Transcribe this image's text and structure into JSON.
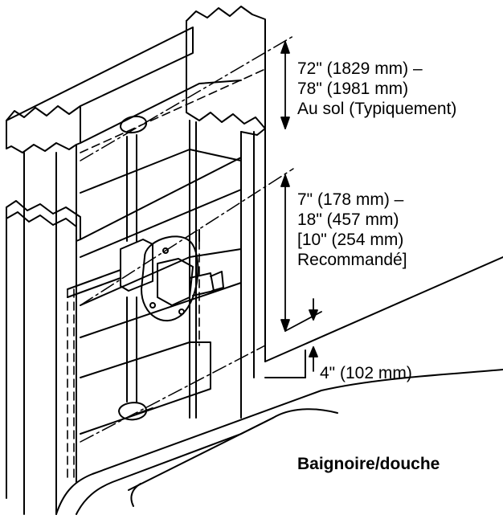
{
  "labels": {
    "top_range": {
      "line1": "72\" (1829 mm) –",
      "line2": "78\" (1981 mm)",
      "line3": "Au sol (Typiquement)"
    },
    "valve_range": {
      "line1": "7\" (178 mm) –",
      "line2": "18\" (457 mm)",
      "line3": "[10\" (254 mm)",
      "line4": "Recommandé]"
    },
    "rim_height": "4\" (102 mm)"
  },
  "caption": "Baignoire/douche",
  "colors": {
    "line": "#000000",
    "background": "#ffffff"
  }
}
